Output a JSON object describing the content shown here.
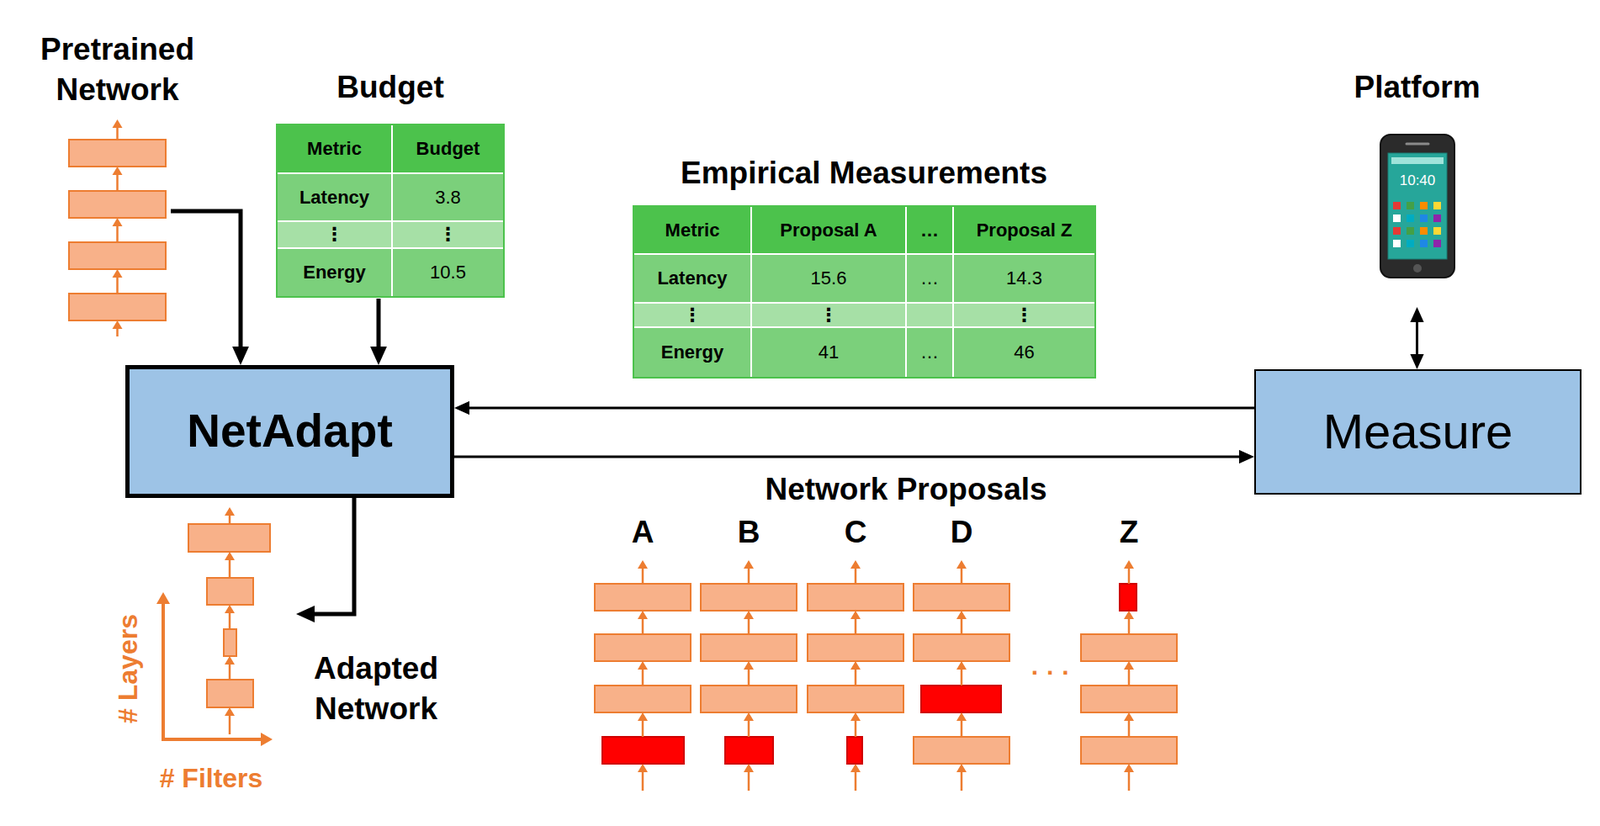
{
  "diagram": {
    "nodes": [
      {
        "text": [
          "Pretrained Network"
        ]
      },
      {
        "text": [
          "Budget"
        ]
      },
      {
        "text": [
          "NetAdapt"
        ]
      },
      {
        "text": [
          "Platform"
        ]
      },
      {
        "text": [
          "Measure"
        ]
      },
      {
        "text": [
          "Adapted Network"
        ]
      }
    ],
    "edges": [
      {
        "from": 0,
        "to": 2,
        "arrow": "to"
      },
      {
        "from": 1,
        "to": 2,
        "arrow": "to"
      },
      {
        "from": 2,
        "to": 5,
        "arrow": "to"
      },
      {
        "from": 2,
        "to": 4,
        "arrow": "to"
      },
      {
        "from": 4,
        "to": 2,
        "arrow": "to"
      },
      {
        "from": 3,
        "to": 4,
        "arrow": "both"
      }
    ],
    "labels": [
      "Metric",
      "Budget",
      "Latency",
      "3.8",
      "⋮",
      "⋮",
      "Energy",
      "10.5",
      "Empirical Measurements",
      "Metric",
      "Proposal A",
      "…",
      "Proposal Z",
      "Latency",
      "15.6",
      "…",
      "14.3",
      "⋮",
      "⋮",
      "⋮",
      "Energy",
      "41",
      "…",
      "46",
      "Network Proposals",
      "A",
      "B",
      "C",
      "D",
      "Z",
      "· · ·",
      "# Layers",
      "# Filters",
      "10:40"
    ]
  }
}
